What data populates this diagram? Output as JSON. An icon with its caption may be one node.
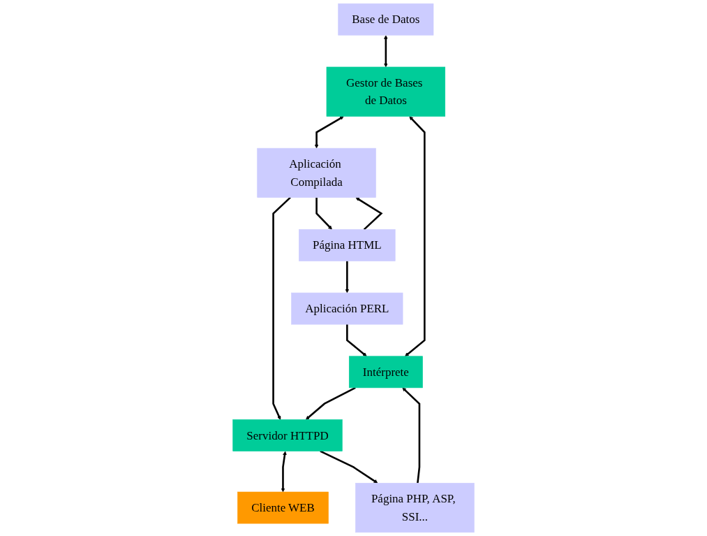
{
  "diagram": {
    "nodes": [
      {
        "text": [
          "Aplicación PERL"
        ]
      },
      {
        "text": [
          "Base de Datos"
        ]
      },
      {
        "text": [
          "Gestor de Bases de Datos"
        ]
      },
      {
        "text": [
          "Aplicación Compilada"
        ]
      },
      {
        "text": [
          "Página HTML"
        ]
      },
      {
        "text": [
          "Intérprete"
        ]
      },
      {
        "text": [
          "Servidor HTTPD"
        ]
      },
      {
        "text": [
          "Cliente WEB"
        ]
      },
      {
        "text": [
          "Página PHP, ASP, SSI..."
        ]
      }
    ],
    "edges": [
      {
        "from": 4,
        "to": 0,
        "arrow": "to"
      },
      {
        "from": 0,
        "to": 5,
        "arrow": "to"
      },
      {
        "from": 1,
        "to": 2,
        "arrow": "both"
      },
      {
        "from": 2,
        "to": 5,
        "arrow": "both"
      },
      {
        "from": 2,
        "to": 3,
        "arrow": "both"
      },
      {
        "from": 4,
        "to": 3,
        "arrow": "to"
      },
      {
        "from": 3,
        "to": 6,
        "arrow": "to"
      },
      {
        "from": 3,
        "to": 4,
        "arrow": "to"
      },
      {
        "from": 5,
        "to": 6,
        "arrow": "to"
      },
      {
        "from": 6,
        "to": 7,
        "arrow": "both"
      },
      {
        "from": 6,
        "to": 8,
        "arrow": "to"
      },
      {
        "from": 8,
        "to": 5,
        "arrow": "to"
      }
    ]
  }
}
